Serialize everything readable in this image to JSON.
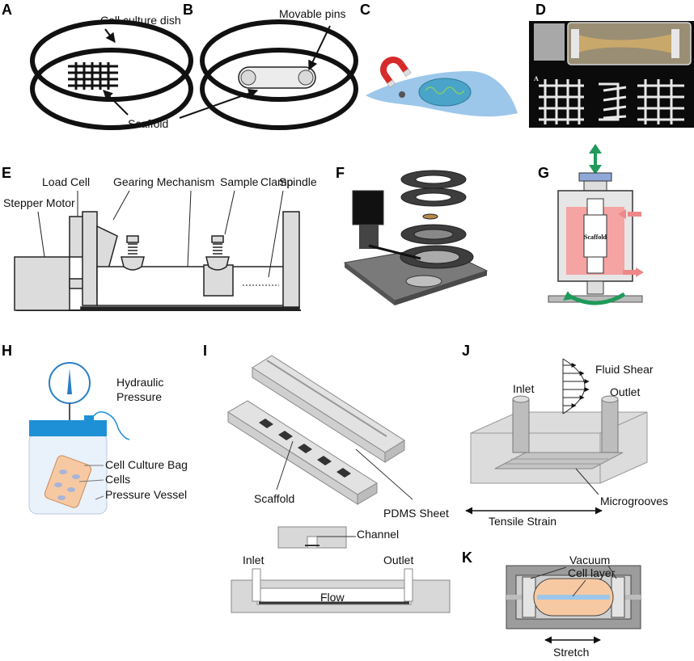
{
  "panels": {
    "A": {
      "letter": "A",
      "label_dish": "Cell culture dish",
      "label_scaffold": "Scaffold"
    },
    "B": {
      "letter": "B",
      "label_pins": "Movable pins"
    },
    "C": {
      "letter": "C"
    },
    "D": {
      "letter": "D",
      "inset_letter": "A"
    },
    "E": {
      "letter": "E",
      "labels": [
        "Load Cell",
        "Gearing Mechanism",
        "Sample",
        "Clamp",
        "Spindle",
        "Stepper Motor"
      ]
    },
    "F": {
      "letter": "F"
    },
    "G": {
      "letter": "G",
      "label_scaffold": "Scaffold"
    },
    "H": {
      "letter": "H",
      "label_pressure": "Hydraulic Pressure",
      "label_bag": "Cell Culture Bag",
      "label_cells": "Cells",
      "label_vessel": "Pressure Vessel"
    },
    "I": {
      "letter": "I",
      "label_scaffold": "Scaffold",
      "label_pdms": "PDMS Sheet",
      "label_channel": "Channel",
      "label_inlet": "Inlet",
      "label_outlet": "Outlet",
      "label_flow": "Flow"
    },
    "J": {
      "letter": "J",
      "label_fluid": "Fluid Shear",
      "label_inlet": "Inlet",
      "label_outlet": "Outlet",
      "label_grooves": "Microgrooves",
      "label_strain": "Tensile Strain"
    },
    "K": {
      "letter": "K",
      "label_vacuum": "Vacuum",
      "label_cell_layer": "Cell layer",
      "label_stretch": "Stretch"
    }
  },
  "colors": {
    "pink": "#f5a3a3",
    "blue_lid": "#1e90d6",
    "cell_blue": "#9cc7ea",
    "bag_orange": "#f7c9a2",
    "green_arrow": "#1f9a5a",
    "magnet_red": "#d62a2a"
  }
}
